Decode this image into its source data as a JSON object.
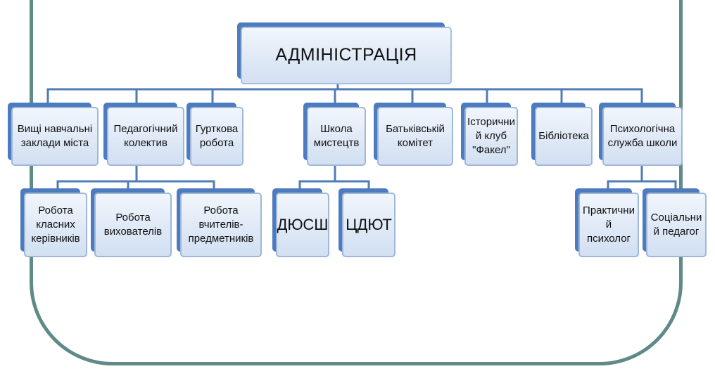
{
  "root": {
    "label": "АДМІНІСТРАЦІЯ"
  },
  "level1": [
    {
      "label": "Вищі навчальні\nзаклади міста"
    },
    {
      "label": "Педагогічний\nколектив"
    },
    {
      "label": "Гурткова\nробота"
    },
    {
      "label": "Школа\nмистецтв"
    },
    {
      "label": "Батьківській\nкомітет"
    },
    {
      "label": "Історични\nй клуб\n\"Факел\""
    },
    {
      "label": "Бібліотека"
    },
    {
      "label": "Психологічна\nслужба школи"
    }
  ],
  "level2": [
    {
      "label": "Робота\nкласних\nкерівників"
    },
    {
      "label": "Робота\nвихователів"
    },
    {
      "label": "Робота\nвчителів-\nпредметників"
    },
    {
      "label": "ДЮСШ"
    },
    {
      "label": "ЦДЮТ"
    },
    {
      "label": "Практични\nй психолог"
    },
    {
      "label": "Соціальни\nй педагог"
    }
  ],
  "colors": {
    "frame": "#5f8a87",
    "connector": "#4f7cb5",
    "box_shadow": "#4d7bbf",
    "box_fill": "#dfe9f6"
  }
}
